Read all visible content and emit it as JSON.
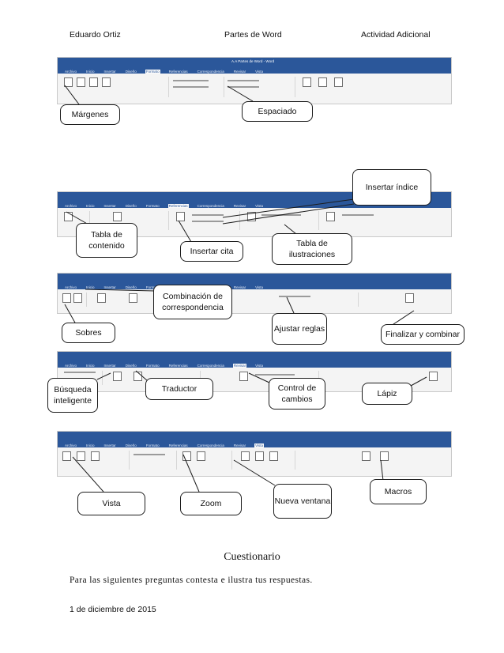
{
  "header": {
    "author": "Eduardo Ortiz",
    "title": "Partes de Word",
    "activity": "Actividad Adicional"
  },
  "screenshots": [
    {
      "label": "Ribbon Formato"
    },
    {
      "label": "Ribbon Referencias"
    },
    {
      "label": "Ribbon Correspondencia"
    },
    {
      "label": "Ribbon Revisar"
    },
    {
      "label": "Ribbon Vista"
    }
  ],
  "callouts": {
    "margenes": "Márgenes",
    "espaciado": "Espaciado",
    "insertar_indice": "Insertar índice",
    "tabla_contenido": "Tabla de contenido",
    "insertar_cita": "Insertar cita",
    "tabla_ilustraciones": "Tabla de ilustraciones",
    "combinacion": "Combinación de correspondencia",
    "sobres": "Sobres",
    "ajustar_reglas": "Ajustar reglas",
    "finalizar": "Finalizar y combinar",
    "busqueda": "Búsqueda inteligente",
    "traductor": "Traductor",
    "control_cambios": "Control de cambios",
    "lapiz": "Lápiz",
    "vista": "Vista",
    "zoom": "Zoom",
    "nueva_ventana": "Nueva ventana",
    "macros": "Macros"
  },
  "questionnaire": {
    "title": "Cuestionario",
    "intro": "Para las siguientes preguntas contesta e ilustra tus respuestas."
  },
  "footer": {
    "date": "1 de diciembre de 2015"
  },
  "ribbon_tabs": [
    "Archivo",
    "Inicio",
    "Insertar",
    "Diseño",
    "Formato",
    "Referencias",
    "Correspondencia",
    "Revisar",
    "Vista"
  ],
  "window_title": "A.A Partes de Word - Word"
}
